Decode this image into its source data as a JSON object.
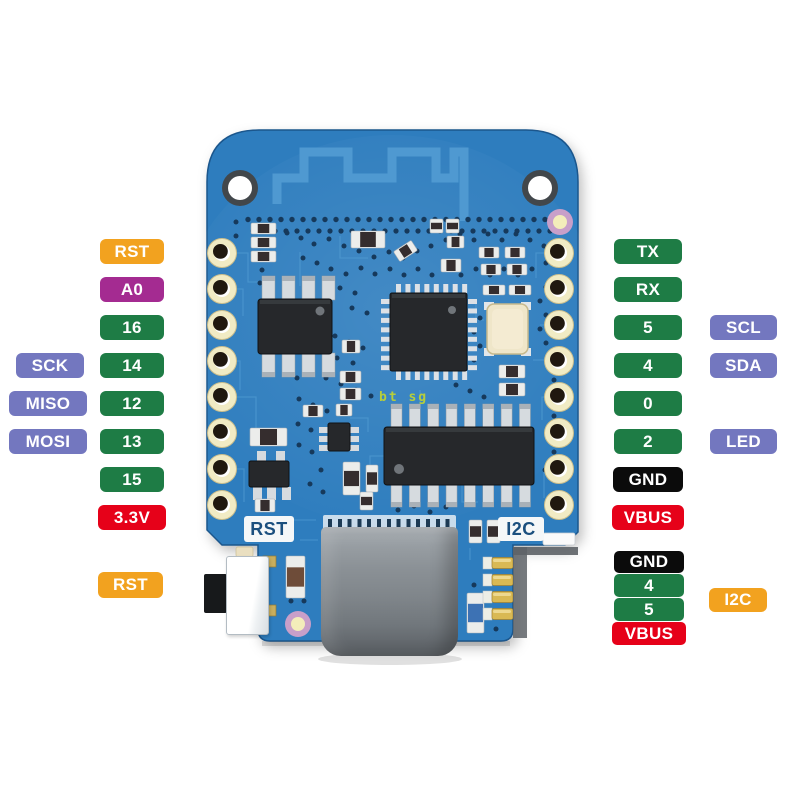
{
  "pinout": {
    "left_column": [
      "RST",
      "A0",
      "16",
      "14",
      "12",
      "13",
      "15",
      "3.3V"
    ],
    "left_functions": [
      "SCK",
      "MISO",
      "MOSI"
    ],
    "reset_button_label": "RST",
    "right_column": [
      "TX",
      "RX",
      "5",
      "4",
      "0",
      "2",
      "GND",
      "VBUS"
    ],
    "right_functions": [
      "SCL",
      "SDA",
      "LED"
    ],
    "i2c_connector_pins": [
      "GND",
      "4",
      "5",
      "VBUS"
    ],
    "i2c_connector_label": "I2C"
  },
  "board_text": {
    "rst_silkscreen": "RST",
    "i2c_silkscreen": "I2C",
    "watermark": "bt sg"
  },
  "colors": {
    "pcb_blue": "#2E7DBE",
    "antenna_trace": "#4F99D1",
    "badge_green": "#1E7C45",
    "badge_orange": "#F2A21F",
    "badge_magenta": "#A42B91",
    "badge_purple": "#7377BF",
    "badge_red": "#E60119",
    "badge_black": "#0B0B0B",
    "chip_black": "#26282B",
    "crystal_beige": "#EFE6C9",
    "usb_gray": "#8B9196",
    "pad_gold": "#F1EBC4"
  }
}
